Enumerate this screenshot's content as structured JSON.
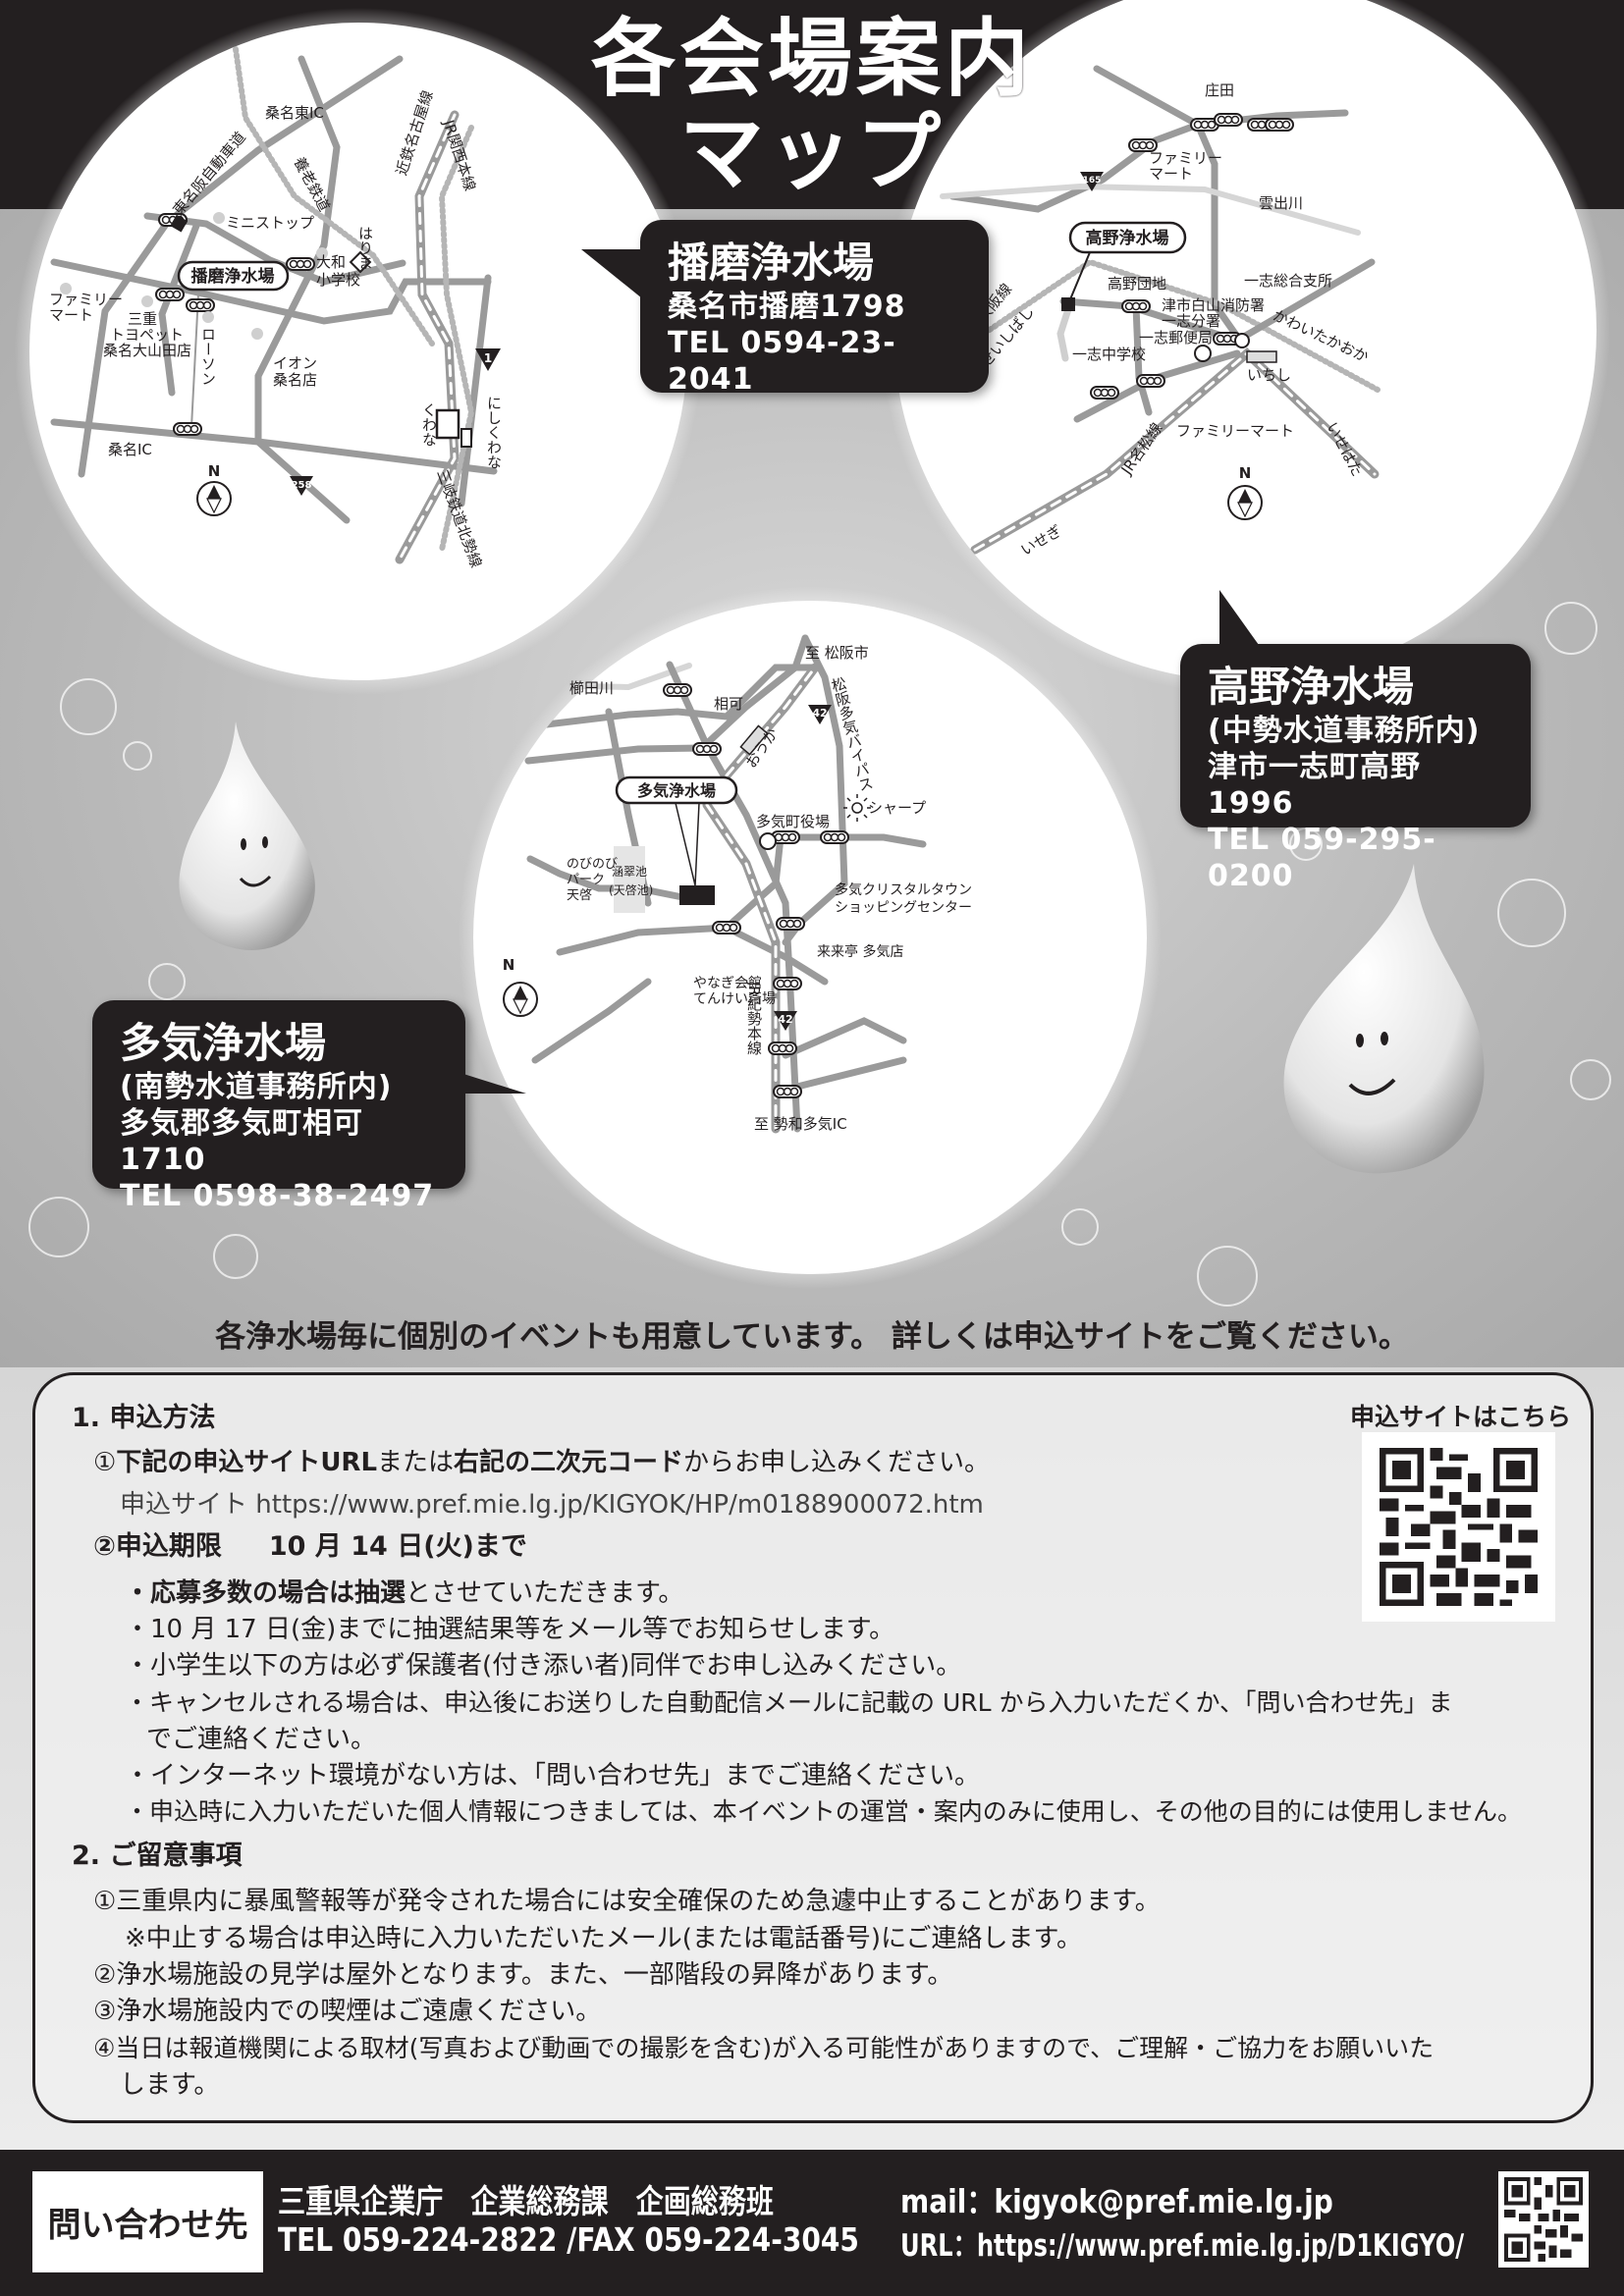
{
  "title": {
    "line1": "各会場案内",
    "line2": "マップ"
  },
  "maps": {
    "harima": {
      "pill": "播磨浄水場",
      "labels": [
        "桑名東IC",
        "東名阪自動車道",
        "養老鉄道",
        "近鉄名古屋線",
        "JR関西本線",
        "ミニストップ",
        "大和",
        "小学校",
        "はりま",
        "ファミリー",
        "マート",
        "三重",
        "トヨペット",
        "桑名大山田店",
        "ローソン",
        "イオン",
        "桑名店",
        "桑名IC",
        "くわな",
        "にしくわな",
        "三岐鉄道北勢線",
        "N",
        "258",
        "1"
      ]
    },
    "takano": {
      "pill": "高野浄水場",
      "labels": [
        "庄田",
        "ファミリー",
        "マート",
        "165",
        "雲出川",
        "高野団地",
        "津市白山消防署",
        "一志分署",
        "一志郵便局",
        "一志中学校",
        "一志総合支所",
        "かわいたかおか",
        "いちし",
        "近鉄大阪線",
        "いせいしばし",
        "ファミリーマート",
        "JR名松線",
        "いせはた",
        "いせぎ",
        "N"
      ]
    },
    "taki": {
      "pill": "多気浄水場",
      "labels": [
        "至 松阪市",
        "櫛田川",
        "相可",
        "42",
        "松阪多気バイパス",
        "おうか",
        "シャープ",
        "多気町役場",
        "のびのび",
        "パーク",
        "天啓",
        "涵翠池",
        "(天啓池)",
        "N",
        "多気クリスタルタウン",
        "ショッピングセンター",
        "やなぎ会館",
        "てんけい斎場",
        "来来亭 多気店",
        "JR紀勢本線",
        "42",
        "至 勢和多気IC"
      ]
    }
  },
  "callouts": {
    "harima": {
      "name": "播磨浄水場",
      "address": "桑名市播磨1798",
      "tel": "TEL 0594-23-2041"
    },
    "takano": {
      "name": "高野浄水場",
      "office": "(中勢水道事務所内)",
      "address": "津市一志町高野1996",
      "tel": "TEL 059-295-0200"
    },
    "taki": {
      "name": "多気浄水場",
      "office": "(南勢水道事務所内)",
      "address": "多気郡多気町相可1710",
      "tel": "TEL 0598-38-2497"
    }
  },
  "notice": "各浄水場毎に個別のイベントも用意しています。 詳しくは申込サイトをご覧ください。",
  "info": {
    "section1": "1. 申込方法",
    "step1": {
      "prefix": "①",
      "bold1": "下記の申込サイトURL",
      "mid": "または",
      "bold2": "右記の二次元コード",
      "suffix": "からお申し込みください。"
    },
    "site_line": "申込サイト https://www.pref.mie.lg.jp/KIGYOK/HP/m0188900072.htm",
    "step2": {
      "label": "②申込期限",
      "deadline": "10 月 14 日(火)まで"
    },
    "bullet1": {
      "bold": "・応募多数の場合は抽選",
      "rest": "とさせていただきます。"
    },
    "bullets": [
      "・10 月 17 日(金)までに抽選結果等をメール等でお知らせします。",
      "・小学生以下の方は必ず保護者(付き添い者)同伴でお申し込みください。",
      "・キャンセルされる場合は、申込後にお送りした自動配信メールに記載の URL から入力いただくか、「問い合わせ先」ま",
      "でご連絡ください。",
      "・インターネット環境がない方は、「問い合わせ先」までご連絡ください。",
      "・申込時に入力いただいた個人情報につきましては、本イベントの運営・案内のみに使用し、その他の目的には使用しません。"
    ],
    "section2": "2. ご留意事項",
    "notes": [
      "①三重県内に暴風警報等が発令された場合には安全確保のため急遽中止することがあります。",
      "※中止する場合は申込時に入力いただいたメール(または電話番号)にご連絡します。",
      "②浄水場施設の見学は屋外となります。また、一部階段の昇降があります。",
      "③浄水場施設内での喫煙はご遠慮ください。",
      "④当日は報道機関による取材(写真および動画での撮影を含む)が入る可能性がありますので、ご理解・ご協力をお願いいた",
      "します。"
    ],
    "qr_label": "申込サイトはこちら"
  },
  "footer": {
    "contact_label": "問い合わせ先",
    "org": "三重県企業庁　企業総務課　企画総務班",
    "tel_fax": "TEL 059-224-2822 /FAX 059-224-3045",
    "mail": "mail：kigyok@pref.mie.lg.jp",
    "url": "URL：https://www.pref.mie.lg.jp/D1KIGYO/"
  },
  "colors": {
    "dark": "#231f20",
    "road": "#9a9a9a",
    "white": "#ffffff"
  }
}
